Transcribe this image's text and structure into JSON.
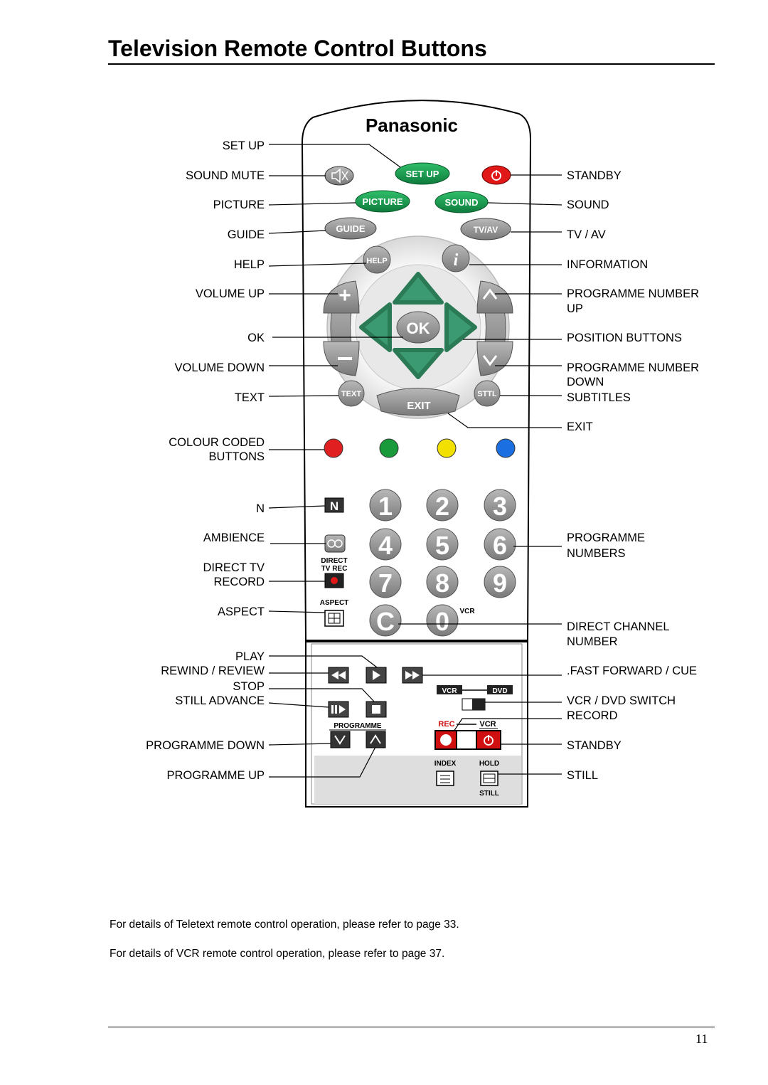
{
  "header": {
    "title": "Television Remote Control Buttons"
  },
  "remote": {
    "brand": "Panasonic",
    "btn_setup": "SET UP",
    "btn_picture": "PICTURE",
    "btn_sound": "SOUND",
    "btn_guide": "GUIDE",
    "btn_tvav": "TV/AV",
    "btn_help": "HELP",
    "btn_ok": "OK",
    "btn_text": "TEXT",
    "btn_exit": "EXIT",
    "btn_stl": "STTL",
    "btn_n": "N",
    "lbl_direct": "DIRECT",
    "lbl_tvrec": "TV REC",
    "lbl_aspect": "ASPECT",
    "lbl_vcr_small": "VCR",
    "digits": [
      "1",
      "2",
      "3",
      "4",
      "5",
      "6",
      "7",
      "8",
      "9",
      "C",
      "0"
    ],
    "lbl_vcr": "VCR",
    "lbl_dvd": "DVD",
    "lbl_programme": "PROGRAMME",
    "lbl_rec": "REC",
    "lbl_vcr2": "VCR",
    "lbl_index": "INDEX",
    "lbl_hold": "HOLD",
    "lbl_still": "STILL",
    "colour_buttons": [
      "#e02020",
      "#1a9a3a",
      "#f2e000",
      "#1c6fe0"
    ]
  },
  "left_labels": {
    "setup": "SET UP",
    "sound_mute": "SOUND MUTE",
    "picture": "PICTURE",
    "guide": "GUIDE",
    "help": "HELP",
    "volume_up": "VOLUME UP",
    "ok": "OK",
    "volume_down": "VOLUME DOWN",
    "text": "TEXT",
    "colour_coded_1": "COLOUR CODED",
    "colour_coded_2": "BUTTONS",
    "n": "N",
    "ambience": "AMBIENCE",
    "direct_tv_1": "DIRECT TV",
    "direct_tv_2": "RECORD",
    "aspect": "ASPECT",
    "play": "PLAY",
    "rewind": "REWIND / REVIEW",
    "stop": "STOP",
    "still_advance": "STILL ADVANCE",
    "programme_down": "PROGRAMME DOWN",
    "programme_up": "PROGRAMME UP"
  },
  "right_labels": {
    "standby": "STANDBY",
    "sound": "SOUND",
    "tvav": "TV / AV",
    "information": "INFORMATION",
    "prog_up_1": "PROGRAMME NUMBER",
    "prog_up_2": "UP",
    "position": "POSITION BUTTONS",
    "prog_down_1": "PROGRAMME NUMBER",
    "prog_down_2": "DOWN",
    "subtitles": "SUBTITLES",
    "exit": "EXIT",
    "prog_numbers_1": "PROGRAMME",
    "prog_numbers_2": "NUMBERS",
    "direct_channel_1": "DIRECT CHANNEL",
    "direct_channel_2": "NUMBER",
    "fast_forward": ".FAST FORWARD / CUE",
    "vcr_dvd": "VCR / DVD SWITCH",
    "record": "RECORD",
    "standby2": "STANDBY",
    "still": "STILL"
  },
  "notes": {
    "teletext": "For details of Teletext remote control operation, please refer to page 33.",
    "vcr": "For details of VCR remote control operation, please refer to page 37."
  },
  "footer": {
    "page_number": "11"
  }
}
